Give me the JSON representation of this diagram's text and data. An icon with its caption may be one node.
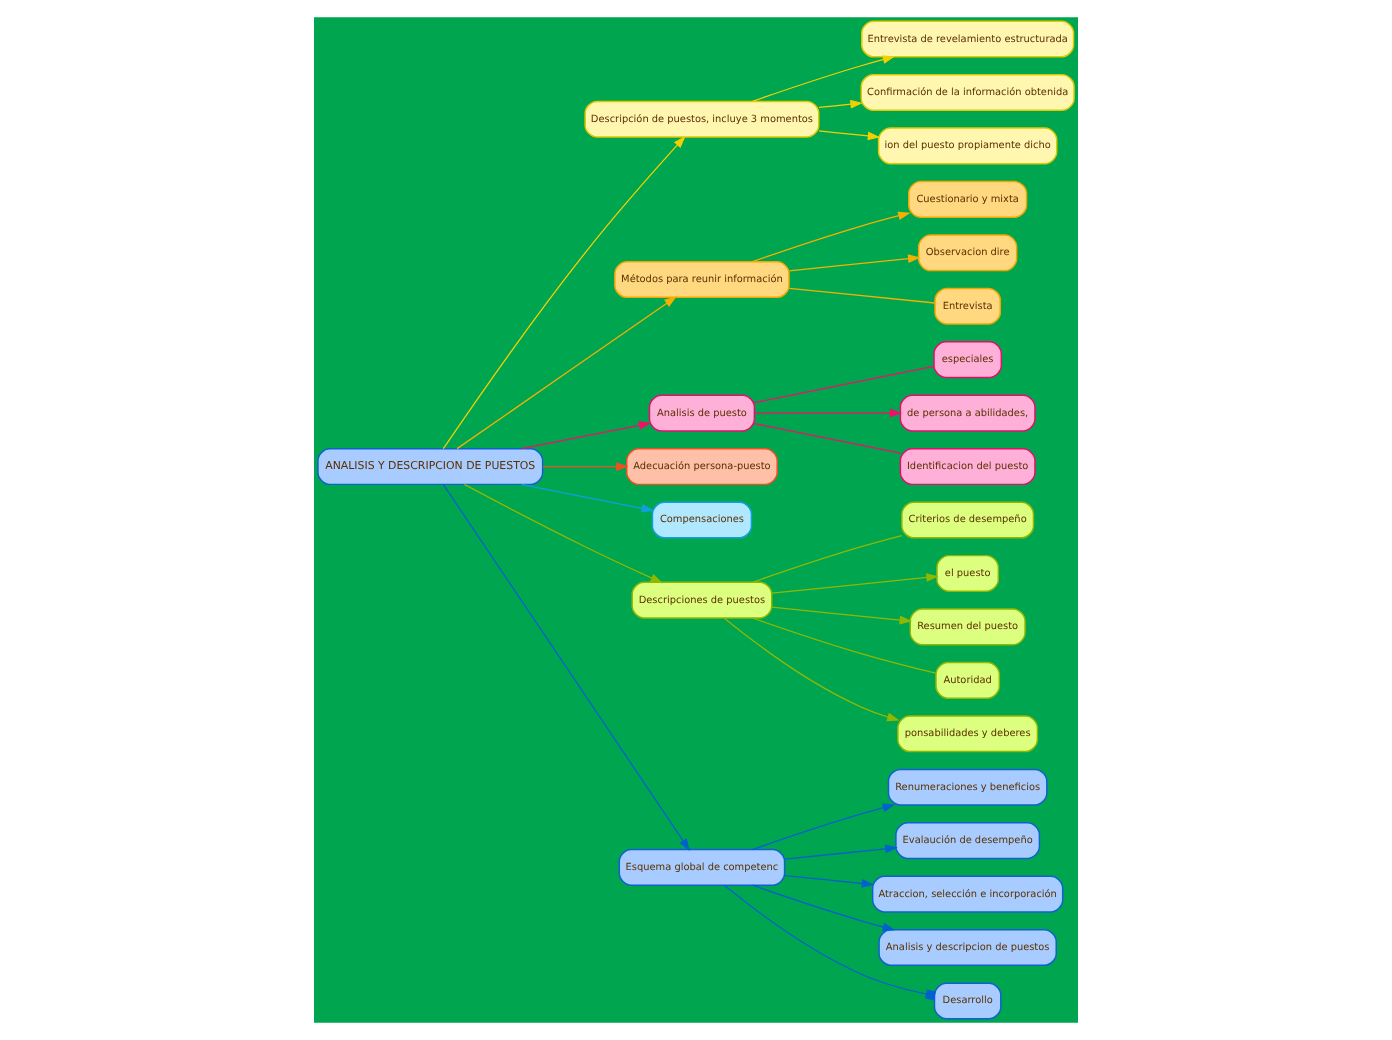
{
  "diagram": {
    "nodes": [
      {
        "text": [
          "ANALISIS Y DESCRIPCION DE PUESTOS"
        ]
      },
      {
        "text": [
          "Descripción de puestos, incluye 3 momentos"
        ]
      },
      {
        "text": [
          "Entrevista de revelamiento estructurada"
        ]
      },
      {
        "text": [
          "Confirmación de la información obtenida"
        ]
      },
      {
        "text": [
          "ion del puesto propiamente dicho"
        ]
      },
      {
        "text": [
          "Métodos para reunir información"
        ]
      },
      {
        "text": [
          "Cuestionario y mixta"
        ]
      },
      {
        "text": [
          "Observacion dire"
        ]
      },
      {
        "text": [
          "Entrevista"
        ]
      },
      {
        "text": [
          "Analisis de puesto"
        ]
      },
      {
        "text": [
          "especiales"
        ]
      },
      {
        "text": [
          "de persona a abilidades,"
        ]
      },
      {
        "text": [
          "Identificacion del puesto"
        ]
      },
      {
        "text": [
          "Adecuación persona-puesto"
        ]
      },
      {
        "text": [
          "Compensaciones"
        ]
      },
      {
        "text": [
          "Descripciones de puestos"
        ]
      },
      {
        "text": [
          "Criterios de desempeño"
        ]
      },
      {
        "text": [
          "el puesto"
        ]
      },
      {
        "text": [
          "Resumen del puesto"
        ]
      },
      {
        "text": [
          "Autoridad"
        ]
      },
      {
        "text": [
          "ponsabilidades y deberes"
        ]
      },
      {
        "text": [
          "Esquema global de competenc"
        ]
      },
      {
        "text": [
          "Renumeraciones y beneficios"
        ]
      },
      {
        "text": [
          "Evalaución de desempeño"
        ]
      },
      {
        "text": [
          "Atraccion, selección e incorporación"
        ]
      },
      {
        "text": [
          "Analisis y descripcion de puestos"
        ]
      },
      {
        "text": [
          "Desarrollo"
        ]
      }
    ],
    "edges": [
      {
        "from": 0,
        "to": 1,
        "arrow": "to",
        "color": "#f2d000"
      },
      {
        "from": 1,
        "to": 2,
        "arrow": "to",
        "color": "#f2d000"
      },
      {
        "from": 1,
        "to": 3,
        "arrow": "to",
        "color": "#f2d000"
      },
      {
        "from": 1,
        "to": 4,
        "arrow": "to",
        "color": "#f2d000"
      },
      {
        "from": 0,
        "to": 5,
        "arrow": "to",
        "color": "#f5b000"
      },
      {
        "from": 5,
        "to": 6,
        "arrow": "to",
        "color": "#f5b000"
      },
      {
        "from": 5,
        "to": 7,
        "arrow": "to",
        "color": "#f5b000"
      },
      {
        "from": 5,
        "to": 8,
        "arrow": "none",
        "color": "#f5b000"
      },
      {
        "from": 0,
        "to": 9,
        "arrow": "to",
        "color": "#f0106a"
      },
      {
        "from": 9,
        "to": 10,
        "arrow": "none",
        "color": "#f0106a"
      },
      {
        "from": 9,
        "to": 11,
        "arrow": "to",
        "color": "#f0106a"
      },
      {
        "from": 9,
        "to": 12,
        "arrow": "none",
        "color": "#f0106a"
      },
      {
        "from": 0,
        "to": 13,
        "arrow": "to",
        "color": "#f05020"
      },
      {
        "from": 0,
        "to": 14,
        "arrow": "to",
        "color": "#10a0e0"
      },
      {
        "from": 0,
        "to": 15,
        "arrow": "to",
        "color": "#90b800"
      },
      {
        "from": 15,
        "to": 16,
        "arrow": "none",
        "color": "#90b800"
      },
      {
        "from": 15,
        "to": 17,
        "arrow": "to",
        "color": "#90b800"
      },
      {
        "from": 15,
        "to": 18,
        "arrow": "to",
        "color": "#90b800"
      },
      {
        "from": 15,
        "to": 19,
        "arrow": "none",
        "color": "#90b800"
      },
      {
        "from": 15,
        "to": 20,
        "arrow": "to",
        "color": "#90b800"
      },
      {
        "from": 0,
        "to": 21,
        "arrow": "to",
        "color": "#0060d0"
      },
      {
        "from": 21,
        "to": 22,
        "arrow": "to",
        "color": "#0060d0"
      },
      {
        "from": 21,
        "to": 23,
        "arrow": "to",
        "color": "#0060d0"
      },
      {
        "from": 21,
        "to": 24,
        "arrow": "to",
        "color": "#0060d0"
      },
      {
        "from": 21,
        "to": 25,
        "arrow": "to",
        "color": "#0060d0"
      },
      {
        "from": 21,
        "to": 26,
        "arrow": "other",
        "color": "#0060d0"
      }
    ]
  }
}
